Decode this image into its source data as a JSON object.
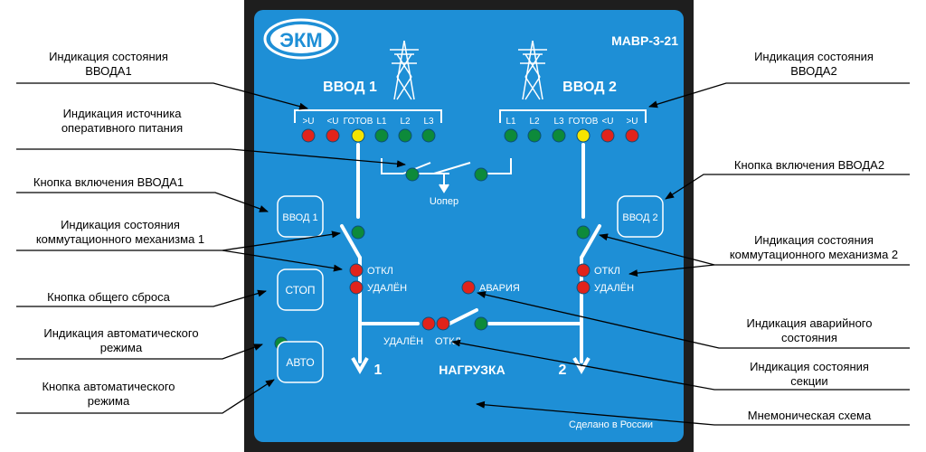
{
  "colors": {
    "panel_frame": "#1e1e1e",
    "panel_face": "#1e8fd6",
    "red_led": "#e1231b",
    "green_led": "#0d8a3a",
    "yellow_led": "#f5e400",
    "line": "#ffffff",
    "callout_line": "#000000"
  },
  "panel": {
    "logo": "ЭКМ",
    "model": "МАВР-3-21",
    "input1_title": "ВВОД 1",
    "input2_title": "ВВОД 2",
    "input1_led_labels": [
      ">U",
      "<U",
      "ГОТОВ",
      "L1",
      "L2",
      "L3"
    ],
    "input1_led_colors": [
      "red",
      "red",
      "yellow",
      "green",
      "green",
      "green"
    ],
    "input2_led_labels": [
      "L1",
      "L2",
      "L3",
      "ГОТОВ",
      "<U",
      ">U"
    ],
    "input2_led_colors": [
      "green",
      "green",
      "green",
      "yellow",
      "red",
      "red"
    ],
    "uoper_label": "Uопер",
    "btn_input1": "ВВОД 1",
    "btn_input2": "ВВОД 2",
    "btn_stop": "СТОП",
    "btn_auto": "АВТО",
    "off_label_1": "ОТКЛ",
    "removed_label_1": "УДАЛЁН",
    "off_label_2": "ОТКЛ",
    "removed_label_2": "УДАЛЁН",
    "alarm_label": "АВАРИЯ",
    "section_removed_label": "УДАЛЁН",
    "section_off_label": "ОТКЛ",
    "load_label": "НАГРУЗКА",
    "num1": "1",
    "num2": "2",
    "made_in": "Сделано в России"
  },
  "callouts": {
    "ind_input1": [
      "Индикация состояния",
      "ВВОДА1"
    ],
    "ind_power_source": [
      "Индикация источника",
      "оперативного питания"
    ],
    "btn_on_input1": [
      "Кнопка включения ВВОДА1"
    ],
    "ind_mech1": [
      "Индикация состояния",
      "коммутационного механизма 1"
    ],
    "btn_reset": [
      "Кнопка общего сброса"
    ],
    "ind_auto": [
      "Индикация автоматического",
      "режима"
    ],
    "btn_auto": [
      "Кнопка автоматического",
      "режима"
    ],
    "ind_input2": [
      "Индикация состояния",
      "ВВОДА2"
    ],
    "btn_on_input2": [
      "Кнопка включения ВВОДА2"
    ],
    "ind_mech2": [
      "Индикация состояния",
      "коммутационного механизма 2"
    ],
    "ind_alarm": [
      "Индикация аварийного",
      "состояния"
    ],
    "ind_section": [
      "Индикация состояния",
      "секции"
    ],
    "mnemonic": [
      "Мнемоническая схема"
    ]
  }
}
